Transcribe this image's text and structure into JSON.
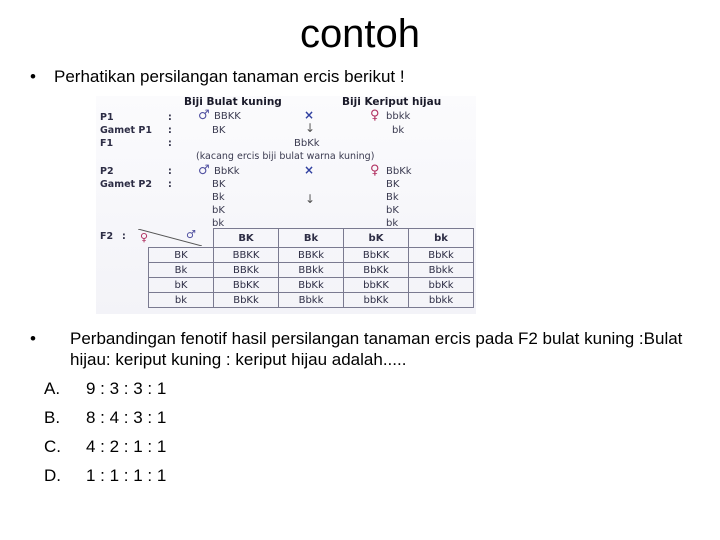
{
  "title": "contoh",
  "intro": {
    "bullet": "•",
    "text": "Perhatikan persilangan tanaman ercis berikut !"
  },
  "figure": {
    "parent_left_heading": "Biji Bulat kuning",
    "parent_right_heading": "Biji Keriput hijau",
    "row_labels": {
      "p1": "P1",
      "gamet_p1": "Gamet P1",
      "f1": "F1",
      "p2": "P2",
      "gamet_p2": "Gamet P2",
      "f2": "F2"
    },
    "colon": ":",
    "male_symbol": "♂",
    "female_symbol": "♀",
    "cross_symbol": "×",
    "arrow_symbol": "↓",
    "p1_left": "BBKK",
    "p1_right": "bbkk",
    "gamet_p1_left": "BK",
    "gamet_p1_right": "bk",
    "f1_value": "BbKk",
    "f1_note": "(kacang ercis biji bulat warna kuning)",
    "p2_left": "BbKk",
    "p2_right": "BbKk",
    "gamet_p2_left": [
      "BK",
      "Bk",
      "bK",
      "bk"
    ],
    "gamet_p2_right": [
      "BK",
      "Bk",
      "bK",
      "bk"
    ],
    "punnett": {
      "col_headers": [
        "BK",
        "Bk",
        "bK",
        "bk"
      ],
      "rows": [
        {
          "head": "BK",
          "cells": [
            "BBKK",
            "BBKk",
            "BbKK",
            "BbKk"
          ]
        },
        {
          "head": "Bk",
          "cells": [
            "BBKk",
            "BBkk",
            "BbKk",
            "Bbkk"
          ]
        },
        {
          "head": "bK",
          "cells": [
            "BbKK",
            "BbKk",
            "bbKK",
            "bbKk"
          ]
        },
        {
          "head": "bk",
          "cells": [
            "BbKk",
            "Bbkk",
            "bbKk",
            "bbkk"
          ]
        }
      ]
    }
  },
  "question": {
    "bullet": "•",
    "text": "Perbandingan fenotif hasil persilangan tanaman ercis pada F2 bulat kuning :Bulat hijau: keriput kuning : keriput hijau adalah....."
  },
  "options": [
    {
      "letter": "A.",
      "text": "9 : 3 : 3 : 1"
    },
    {
      "letter": "B.",
      "text": "8 : 4 : 3 : 1"
    },
    {
      "letter": "C.",
      "text": "4 : 2 : 1 : 1"
    },
    {
      "letter": "D.",
      "text": "1 : 1 : 1 : 1"
    }
  ]
}
